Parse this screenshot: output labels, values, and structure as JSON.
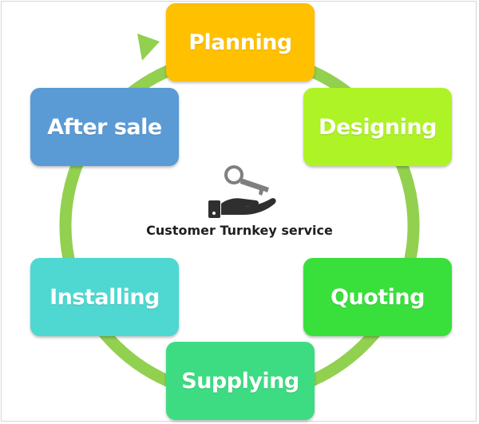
{
  "diagram": {
    "center_label": "Customer Turnkey service",
    "center_icon": "key-in-hand-icon",
    "steps": [
      {
        "label": "Planning",
        "color": "#ffc000"
      },
      {
        "label": "Designing",
        "color": "#aef325"
      },
      {
        "label": "Quoting",
        "color": "#39e03c"
      },
      {
        "label": "Supplying",
        "color": "#3ddc82"
      },
      {
        "label": "Installing",
        "color": "#4fd8d2"
      },
      {
        "label": "After sale",
        "color": "#5b9bd5"
      }
    ],
    "ring_color": "#92d050"
  }
}
